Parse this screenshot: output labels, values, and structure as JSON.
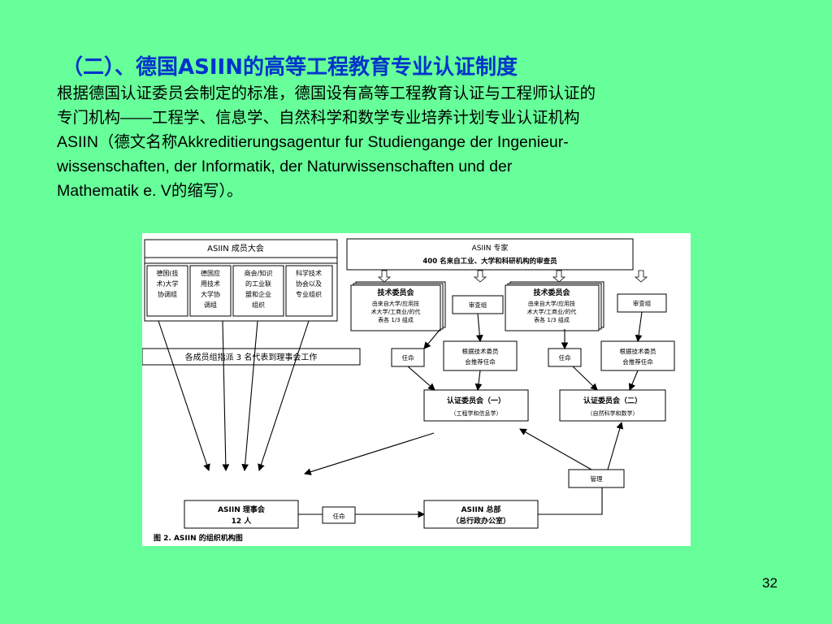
{
  "slide": {
    "title": "（二）、德国ASIIN的高等工程教育专业认证制度",
    "paragraph_lines": [
      "根据德国认证委员会制定的标准，德国设有高等工程教育认证与工程师认证的",
      "专门机构——工程学、信息学、自然科学和数学专业培养计划专业认证机构",
      "ASIIN（德文名称Akkreditierungsagentur fur Studiengange der Ingenieur-",
      "wissenschaften, der Informatik, der Naturwissenschaften und der",
      "Mathematik e. V的缩写）。"
    ],
    "page_number": "32"
  },
  "diagram": {
    "members_assembly": "ASIIN 成员大会",
    "member_groups": [
      [
        "德国(技",
        "术)大学",
        "协调组"
      ],
      [
        "德国应",
        "用技术",
        "大学协",
        "调组"
      ],
      [
        "商会/知识",
        "的工业联",
        "盟和企业",
        "组织"
      ],
      [
        "科学技术",
        "协会以及",
        "专业组织"
      ]
    ],
    "delegation_note": "各成员组指派 3 名代表到理事会工作",
    "experts_title": "ASIIN 专家",
    "experts_sub": "400 名来自工业、大学和科研机构的审查员",
    "tech_committee_1": {
      "title": "技术委员会",
      "lines": [
        "由来自大学/应用技",
        "术大学/工商业/的代",
        "表各 1/3 组成"
      ]
    },
    "tech_committee_2": {
      "title": "技术委员会",
      "lines": [
        "由来自大学/应用技",
        "术大学/工商业/的代",
        "表各 1/3 组成"
      ]
    },
    "review_group_1": "审查组",
    "review_group_2": "审查组",
    "appoint_1": "任命",
    "appoint_2": "任命",
    "appoint_3": "任命",
    "nominate_1": [
      "根据技术委员",
      "会推荐任命"
    ],
    "nominate_2": [
      "根据技术委员",
      "会推荐任命"
    ],
    "accreditation_committee_1": {
      "title": "认证委员会（一）",
      "sub": "（工程学和信息学）"
    },
    "accreditation_committee_2": {
      "title": "认证委员会（二）",
      "sub": "（自然科学和数学）"
    },
    "manage": "管理",
    "board": {
      "title": "ASIIN 理事会",
      "sub": "12 人"
    },
    "hq": {
      "title": "ASIIN 总部",
      "sub": "（总行政办公室）"
    },
    "caption": "图 2.   ASIIN 的组织机构图"
  }
}
